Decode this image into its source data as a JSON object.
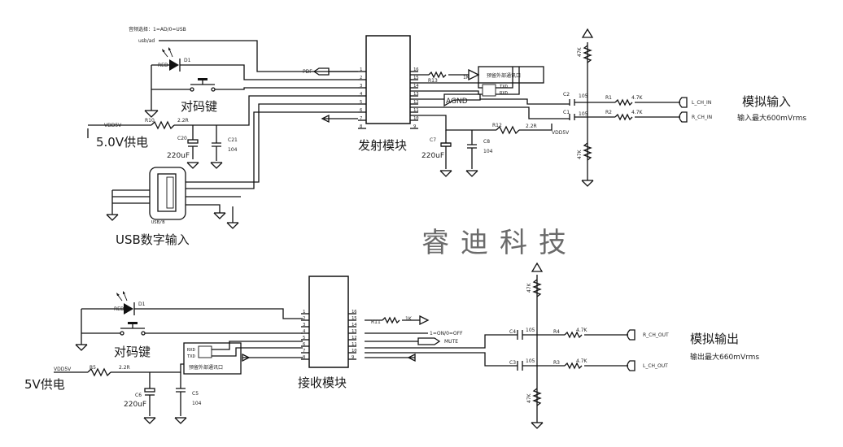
{
  "top": {
    "mode_select": "音频选择：1=AD/0=USB",
    "usb_ad": "usb/ad",
    "pdf": "PDF",
    "led_ref": "RED",
    "led_des": "D1",
    "pair_key": "对码键",
    "vdd": "VDD5V",
    "r_power": "R10",
    "r_power_val": "2.2R",
    "power_label": "5.0V供电",
    "cap_elec_ref": "C20",
    "cap_elec_val": "220uF",
    "cap_ref": "C21",
    "cap_val": "104",
    "usb_label": "USB数字输入",
    "usb_conn": "USB/B",
    "module_label": "发射模块",
    "r_ind": "R13",
    "r_ind_val": "1K",
    "ext_port": "预留外部通讯口",
    "txd": "TXD",
    "rxd": "RXD",
    "agnd": "AGND",
    "r_pwr2": "R12",
    "r_pwr2_val": "2.2R",
    "vdd2": "VDD5V",
    "cap2_elec_ref": "C7",
    "cap2_elec_val": "220uF",
    "cap2_ref": "C8",
    "cap2_val": "104",
    "in_cap_l": "C2",
    "in_cap_r": "C1",
    "in_cap_val": "105",
    "in_res_l_ref": "R1",
    "in_res_r_ref": "R2",
    "in_res_val": "4.7K",
    "in_res_vert": "47K",
    "in_l": "L_CH_IN",
    "in_r": "R_CH_IN",
    "analog_in": "模拟输入",
    "analog_in_max": "输入最大600mVrms"
  },
  "watermark": "睿迪科技",
  "bottom": {
    "led_ref": "RED",
    "led_des": "D1",
    "pair_key": "对码键",
    "vdd": "VDD5V",
    "r_power": "R5",
    "r_power_val": "2.2R",
    "power_label": "5V供电",
    "cap_elec_ref": "C6",
    "cap_elec_val": "220uF",
    "cap_ref": "C5",
    "cap_val": "104",
    "ext_port": "预留外部通讯口",
    "rxd": "RXD",
    "txd": "TXD",
    "module_label": "接收模块",
    "r_ind": "R11",
    "r_ind_val": "1K",
    "onoff": "1=ON/0=OFF",
    "mute": "MUTE",
    "out_cap_r": "C4",
    "out_cap_l": "C3",
    "out_cap_val": "105",
    "out_res_r_ref": "R4",
    "out_res_l_ref": "R3",
    "out_res_val": "4.7K",
    "out_res_vert": "47K",
    "out_r": "R_CH_OUT",
    "out_l": "L_CH_OUT",
    "analog_out": "模拟输出",
    "analog_out_max": "输出最大660mVrms"
  },
  "pins": {
    "left": [
      "1",
      "2",
      "3",
      "4",
      "5",
      "6",
      "7",
      "8"
    ],
    "right": [
      "16",
      "15",
      "14",
      "13",
      "12",
      "11",
      "10",
      "9"
    ]
  }
}
